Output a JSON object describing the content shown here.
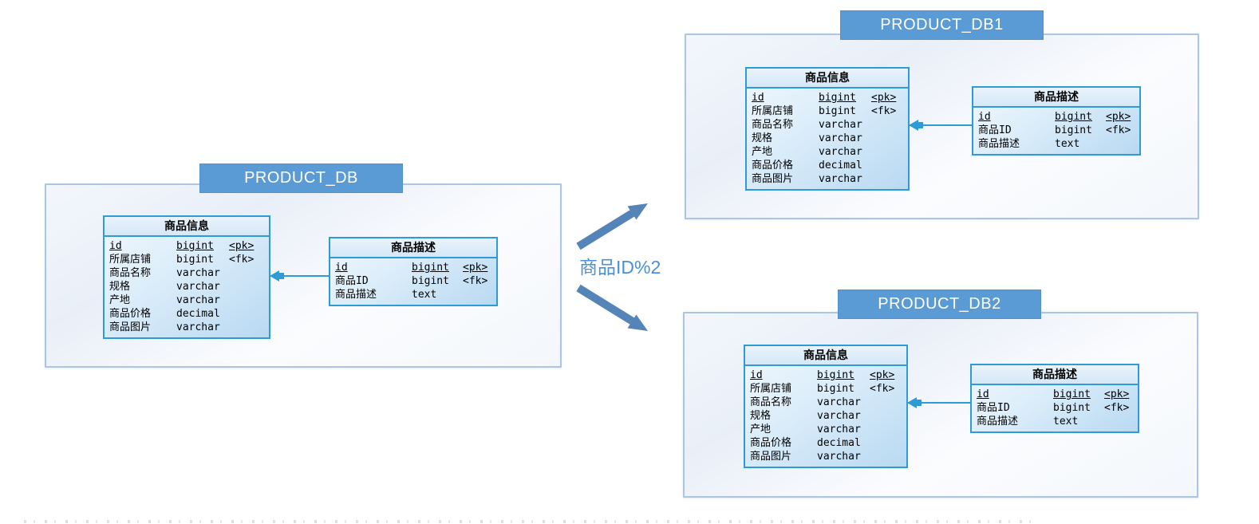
{
  "diagram": {
    "shard_label": "商品ID%2",
    "groups": [
      {
        "title": "PRODUCT_DB",
        "tables": [
          {
            "name": "商品信息",
            "rows": [
              {
                "name": "id",
                "type": "bigint",
                "key": "<pk>",
                "underline": true
              },
              {
                "name": "所属店铺",
                "type": "bigint",
                "key": "<fk>"
              },
              {
                "name": "商品名称",
                "type": "varchar"
              },
              {
                "name": "规格",
                "type": "varchar"
              },
              {
                "name": "产地",
                "type": "varchar"
              },
              {
                "name": "商品价格",
                "type": "decimal"
              },
              {
                "name": "商品图片",
                "type": "varchar"
              }
            ]
          },
          {
            "name": "商品描述",
            "rows": [
              {
                "name": "id",
                "type": "bigint",
                "key": "<pk>",
                "underline": true
              },
              {
                "name": "商品ID",
                "type": "bigint",
                "key": "<fk>"
              },
              {
                "name": "商品描述",
                "type": "text"
              }
            ]
          }
        ]
      },
      {
        "title": "PRODUCT_DB1",
        "tables": [
          {
            "name": "商品信息",
            "rows": [
              {
                "name": "id",
                "type": "bigint",
                "key": "<pk>",
                "underline": true
              },
              {
                "name": "所属店铺",
                "type": "bigint",
                "key": "<fk>"
              },
              {
                "name": "商品名称",
                "type": "varchar"
              },
              {
                "name": "规格",
                "type": "varchar"
              },
              {
                "name": "产地",
                "type": "varchar"
              },
              {
                "name": "商品价格",
                "type": "decimal"
              },
              {
                "name": "商品图片",
                "type": "varchar"
              }
            ]
          },
          {
            "name": "商品描述",
            "rows": [
              {
                "name": "id",
                "type": "bigint",
                "key": "<pk>",
                "underline": true
              },
              {
                "name": "商品ID",
                "type": "bigint",
                "key": "<fk>"
              },
              {
                "name": "商品描述",
                "type": "text"
              }
            ]
          }
        ]
      },
      {
        "title": "PRODUCT_DB2",
        "tables": [
          {
            "name": "商品信息",
            "rows": [
              {
                "name": "id",
                "type": "bigint",
                "key": "<pk>",
                "underline": true
              },
              {
                "name": "所属店铺",
                "type": "bigint",
                "key": "<fk>"
              },
              {
                "name": "商品名称",
                "type": "varchar"
              },
              {
                "name": "规格",
                "type": "varchar"
              },
              {
                "name": "产地",
                "type": "varchar"
              },
              {
                "name": "商品价格",
                "type": "decimal"
              },
              {
                "name": "商品图片",
                "type": "varchar"
              }
            ]
          },
          {
            "name": "商品描述",
            "rows": [
              {
                "name": "id",
                "type": "bigint",
                "key": "<pk>",
                "underline": true
              },
              {
                "name": "商品ID",
                "type": "bigint",
                "key": "<fk>"
              },
              {
                "name": "商品描述",
                "type": "text"
              }
            ]
          }
        ]
      }
    ],
    "colors": {
      "tab_fill": "#5b9bd5",
      "tab_text": "#ffffff",
      "container_border": "#aac6e3",
      "entity_border": "#2e9bd5",
      "arrow_color": "#5585b8",
      "label_color": "#4a90d8",
      "connector_color": "#2e9bd5"
    }
  }
}
